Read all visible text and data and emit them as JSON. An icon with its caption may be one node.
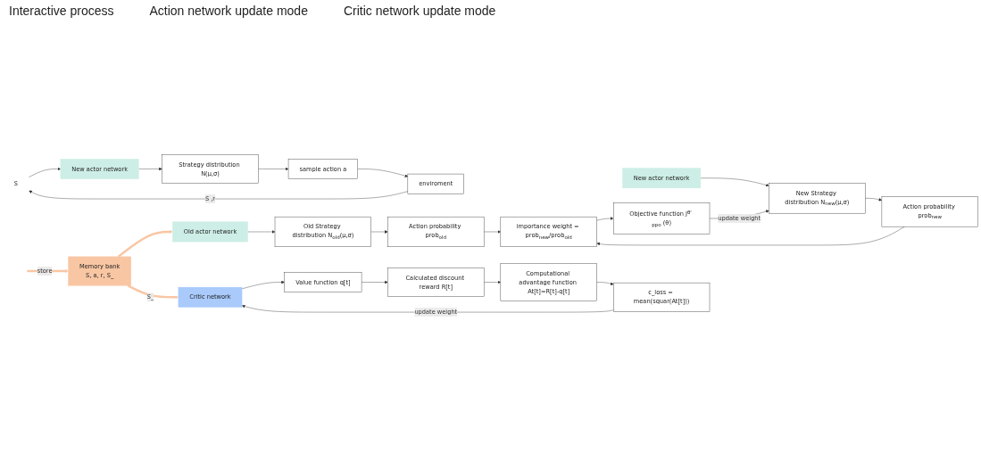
{
  "diagram": {
    "nodes": [
      {
        "text": [
          "S"
        ]
      },
      {
        "text": [
          "New actor network"
        ]
      },
      {
        "text": [
          "Strategy distribution N(μ,σ)"
        ]
      },
      {
        "text": [
          "sample action a"
        ]
      },
      {
        "text": [
          "enviroment"
        ]
      },
      {
        "text": [
          "New actor network"
        ]
      },
      {
        "text": [
          "New Strategy distribution N$_{new}$(μ,σ)"
        ]
      },
      {
        "text": [
          "Action probability prob$_{new}$"
        ]
      },
      {
        "text": [
          "importance weight = prob$_{new}$/prob$_{old}$"
        ]
      },
      {
        "text": [
          "Objective function J$^{θ'}$ $_{ppo}$ (θ)"
        ]
      },
      {
        "text": [
          "Old actor network"
        ]
      },
      {
        "text": [
          "Old Strategy distribution N$_{old}$(μ,σ)"
        ]
      },
      {
        "text": [
          "Action probability prob$_{old}$"
        ]
      },
      {
        "text": [
          "Memory bank",
          "S, a, r, S_"
        ]
      },
      {
        "text": [
          "Critic network"
        ]
      },
      {
        "text": [
          "Value function q[t]"
        ]
      },
      {
        "text": [
          "Calculated discount reward R[t]"
        ]
      },
      {
        "text": [
          "Computational advantage function At[t]=R[t]-q[t]"
        ]
      },
      {
        "text": [
          "c_loss = mean(squar(At[t]))"
        ]
      }
    ],
    "edges": [
      {
        "from": 0,
        "to": 1,
        "arrow": "to"
      },
      {
        "from": 1,
        "to": 2,
        "arrow": "to"
      },
      {
        "from": 2,
        "to": 3,
        "arrow": "to"
      },
      {
        "from": 3,
        "to": 4,
        "arrow": "to"
      },
      {
        "from": 4,
        "to": 0,
        "arrow": "to",
        "label": "S ,r"
      },
      {
        "from": null,
        "to": 13,
        "arrow": "to",
        "label": "store",
        "style": "thick",
        "color": "#f9c6a3"
      },
      {
        "from": 13,
        "to": 10,
        "arrow": "to",
        "style": "thick",
        "color": "#f9c6a3"
      },
      {
        "from": 13,
        "to": 14,
        "arrow": "to",
        "label": "S_",
        "style": "thick",
        "color": "#f9c6a3"
      },
      {
        "from": 5,
        "to": 6,
        "arrow": "to"
      },
      {
        "from": 6,
        "to": 7,
        "arrow": "to"
      },
      {
        "from": 7,
        "to": 8,
        "arrow": "to"
      },
      {
        "from": 10,
        "to": 11,
        "arrow": "to"
      },
      {
        "from": 11,
        "to": 12,
        "arrow": "to"
      },
      {
        "from": 12,
        "to": 8,
        "arrow": "to"
      },
      {
        "from": 8,
        "to": 9,
        "arrow": "to"
      },
      {
        "from": 9,
        "to": 6,
        "arrow": "to",
        "label": "update weight"
      },
      {
        "from": 14,
        "to": 15,
        "arrow": "to"
      },
      {
        "from": 15,
        "to": 16,
        "arrow": "to"
      },
      {
        "from": 16,
        "to": 17,
        "arrow": "to"
      },
      {
        "from": 17,
        "to": 18,
        "arrow": "to"
      },
      {
        "from": 18,
        "to": 14,
        "arrow": "to",
        "label": "update weight"
      }
    ],
    "labels": [
      "Interactive process",
      "Action network update mode",
      "Critic network update mode"
    ]
  }
}
